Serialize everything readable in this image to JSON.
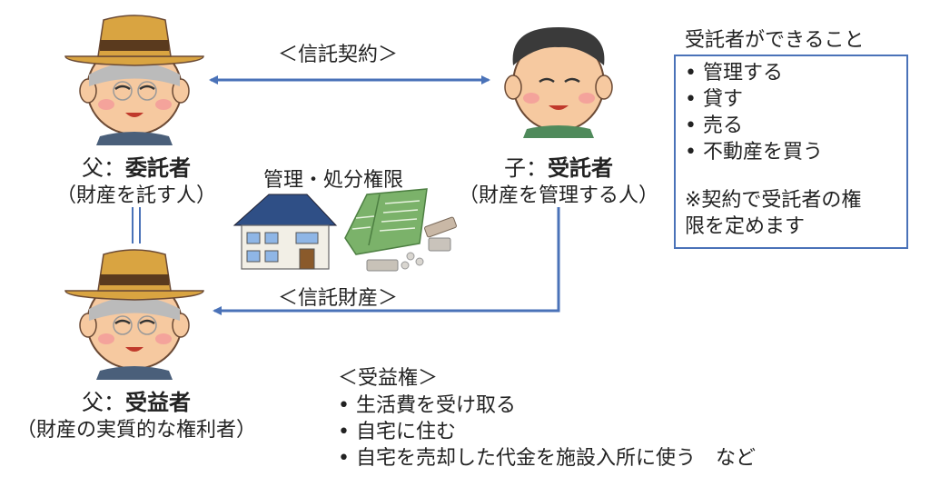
{
  "contract_label": "＜信託契約＞",
  "settlor": {
    "prefix": "父：",
    "role": "委託者",
    "desc": "（財産を託す人）"
  },
  "trustee": {
    "prefix": "子：",
    "role": "受託者",
    "desc": "（財産を管理する人）"
  },
  "beneficiary": {
    "prefix": "父：",
    "role": "受益者",
    "desc": "（財産の実質的な権利者）"
  },
  "authority_label": "管理・処分権限",
  "trust_property_label": "＜信託財産＞",
  "trustee_rights": {
    "title": "受託者ができること",
    "items": [
      "• 管理する",
      "• 貸す",
      "• 売る",
      "• 不動産を買う"
    ],
    "note_line1": "※契約で受託者の権",
    "note_line2": "限を定めます"
  },
  "beneficial_rights": {
    "title": "＜受益権＞",
    "items": [
      "• 生活費を受け取る",
      "• 自宅に住む",
      "• 自宅を売却した代金を施設入所に使う　など"
    ]
  },
  "colors": {
    "arrow": "#4a72b8",
    "hat": "#d9a441",
    "hat_band": "#5a3a1e",
    "skin": "#f6c9a0",
    "cheek": "#f49a9a"
  }
}
